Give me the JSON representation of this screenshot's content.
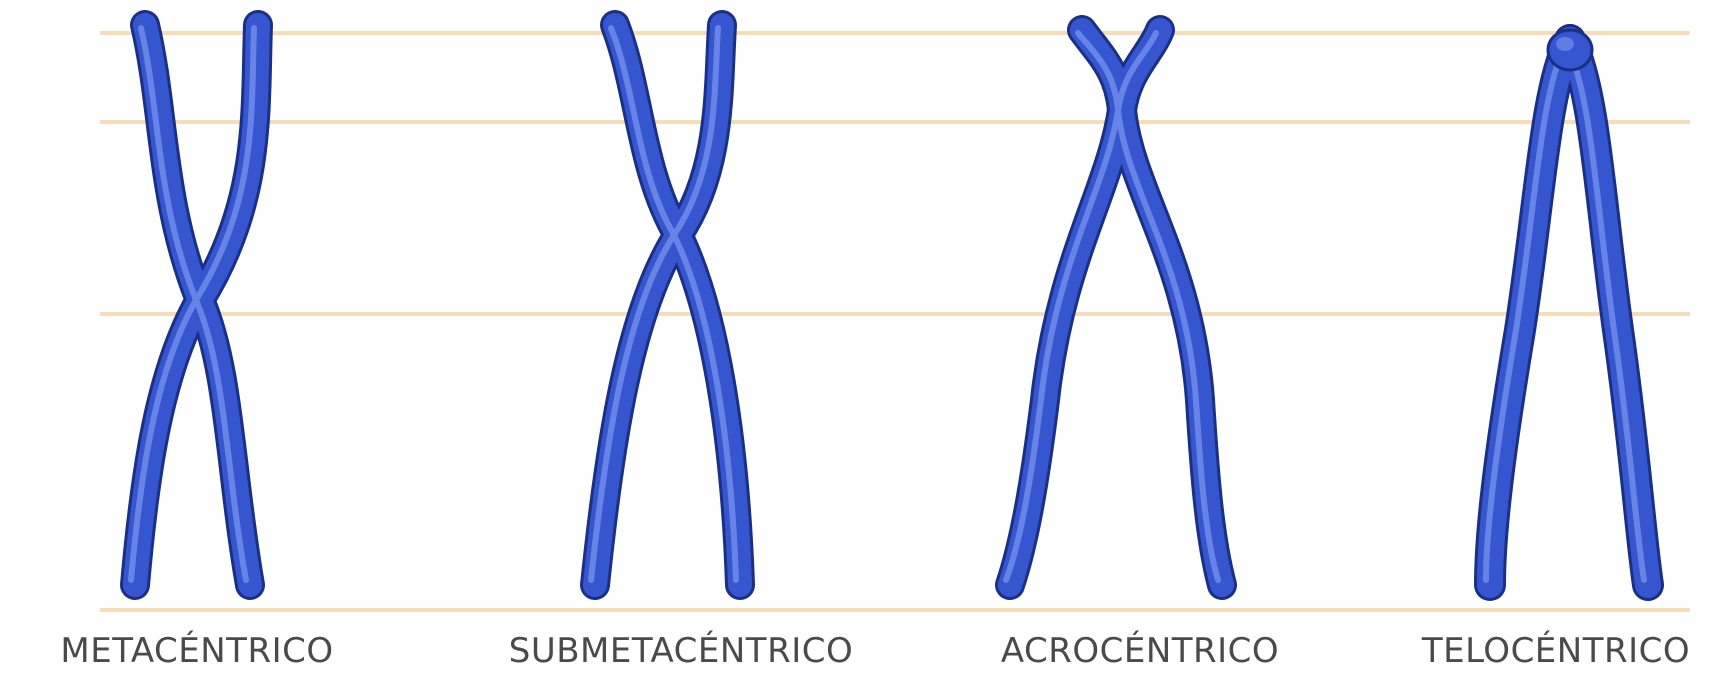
{
  "chromosomes": [
    {
      "label": "METACÉNTRICO"
    },
    {
      "label": "SUBMETACÉNTRICO"
    },
    {
      "label": "ACROCÉNTRICO"
    },
    {
      "label": "TELOCÉNTRICO"
    }
  ],
  "colors": {
    "chromosome": "#2e4fbf",
    "chromosome_highlight": "#6d8ef0",
    "chromosome_shadow": "#1a2f86",
    "guide_line": "#f7dcb8",
    "label": "#4a4a4a"
  }
}
